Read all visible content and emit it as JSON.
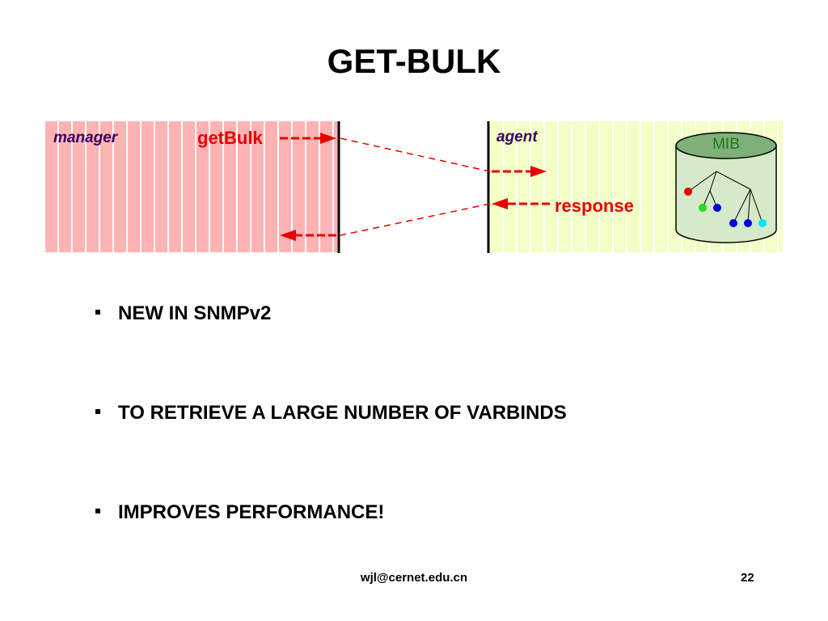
{
  "slide": {
    "title": "GET-BULK"
  },
  "diagram": {
    "manager_label": "manager",
    "agent_label": "agent",
    "request_label": "getBulk",
    "response_label": "response",
    "mib_label": "MIB",
    "colors": {
      "manager_bg": "#ffb3b3",
      "agent_bg": "#f2ffc6",
      "arrow": "#e80000",
      "label_role": "#3a0060",
      "mib_body": "#cfe6c8",
      "mib_top": "#7fb07a",
      "mib_text": "#1a7a1a"
    },
    "tree_nodes": [
      {
        "color": "#e00000",
        "icon": "red-node-dot"
      },
      {
        "color": "#22dd22",
        "icon": "green-node-dot"
      },
      {
        "color": "#0000dd",
        "icon": "blue-node-dot"
      },
      {
        "color": "#0000dd",
        "icon": "blue-node-dot"
      },
      {
        "color": "#0000dd",
        "icon": "blue-node-dot"
      },
      {
        "color": "#00e5ff",
        "icon": "cyan-node-dot"
      }
    ]
  },
  "bullets": [
    "NEW IN SNMPv2",
    "TO RETRIEVE A LARGE NUMBER OF VARBINDS",
    "IMPROVES PERFORMANCE!"
  ],
  "footer": {
    "email": "wjl@cernet.edu.cn",
    "page_number": "22"
  }
}
